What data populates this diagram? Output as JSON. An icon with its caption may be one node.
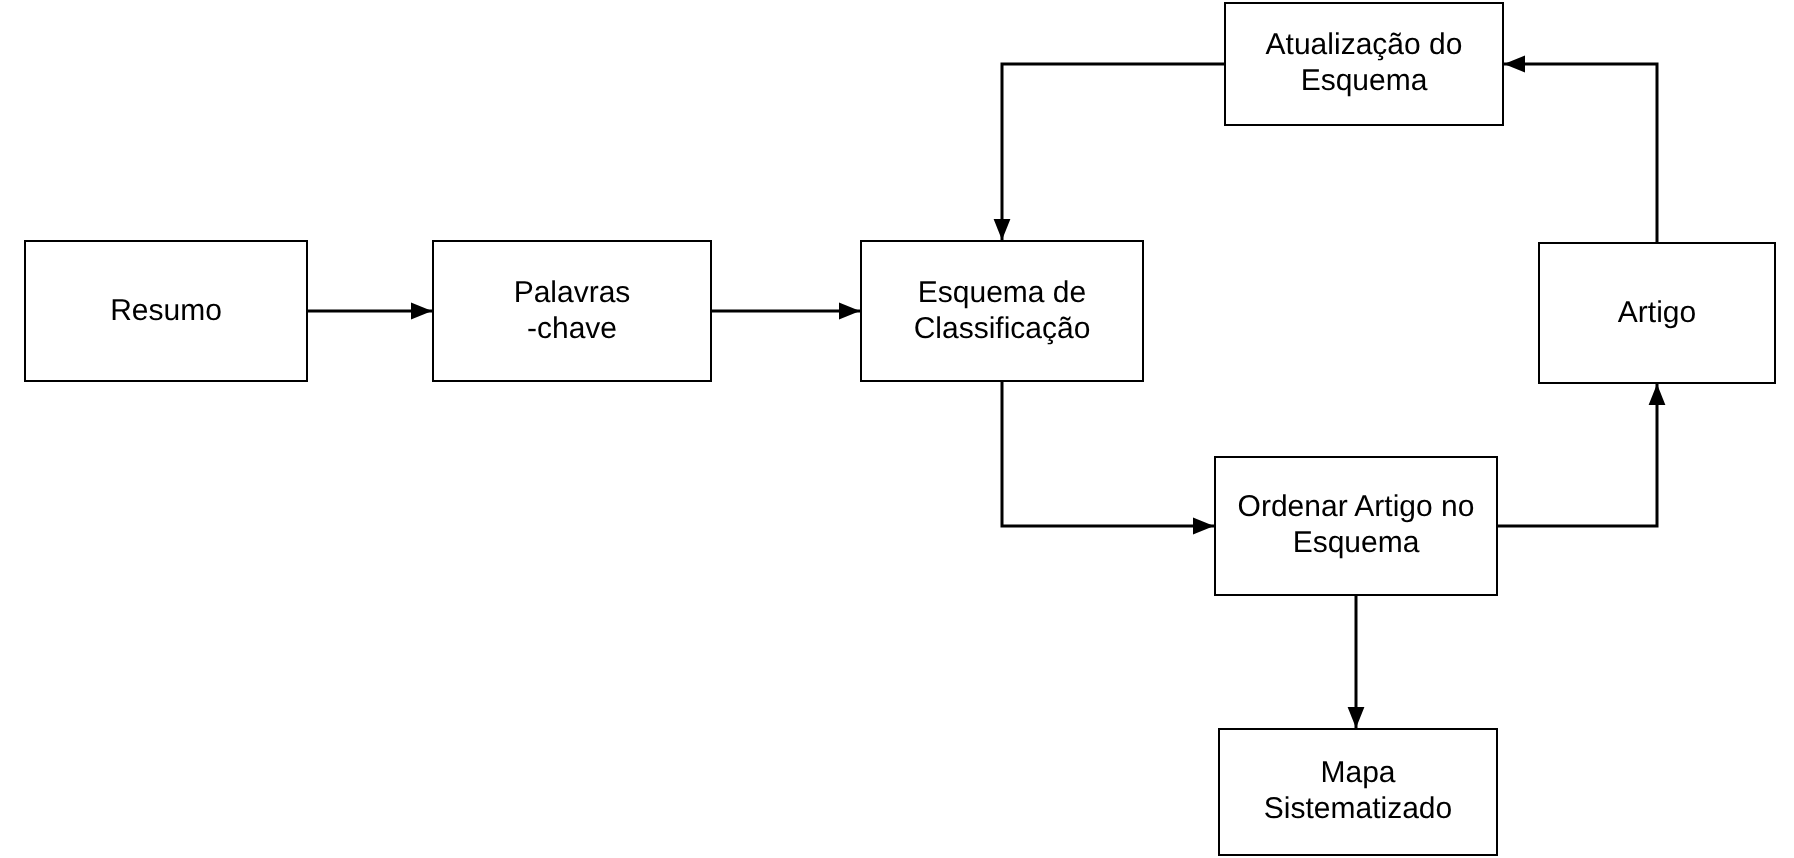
{
  "diagram": {
    "nodes": [
      {
        "text": [
          "Resumo"
        ]
      },
      {
        "text": [
          "Palavras -chave"
        ]
      },
      {
        "text": [
          "Esquema de Classificação"
        ]
      },
      {
        "text": [
          "Atualização do Esquema"
        ]
      },
      {
        "text": [
          "Artigo"
        ]
      },
      {
        "text": [
          "Ordenar Artigo no Esquema"
        ]
      },
      {
        "text": [
          "Mapa Sistematizado"
        ]
      }
    ],
    "edges": [
      {
        "from": 0,
        "to": 1,
        "arrow": "to"
      },
      {
        "from": 1,
        "to": 2,
        "arrow": "to"
      },
      {
        "from": 3,
        "to": 2,
        "arrow": "to"
      },
      {
        "from": 2,
        "to": 5,
        "arrow": "to"
      },
      {
        "from": 5,
        "to": 4,
        "arrow": "to"
      },
      {
        "from": 4,
        "to": 3,
        "arrow": "to"
      },
      {
        "from": 5,
        "to": 6,
        "arrow": "to"
      }
    ]
  }
}
